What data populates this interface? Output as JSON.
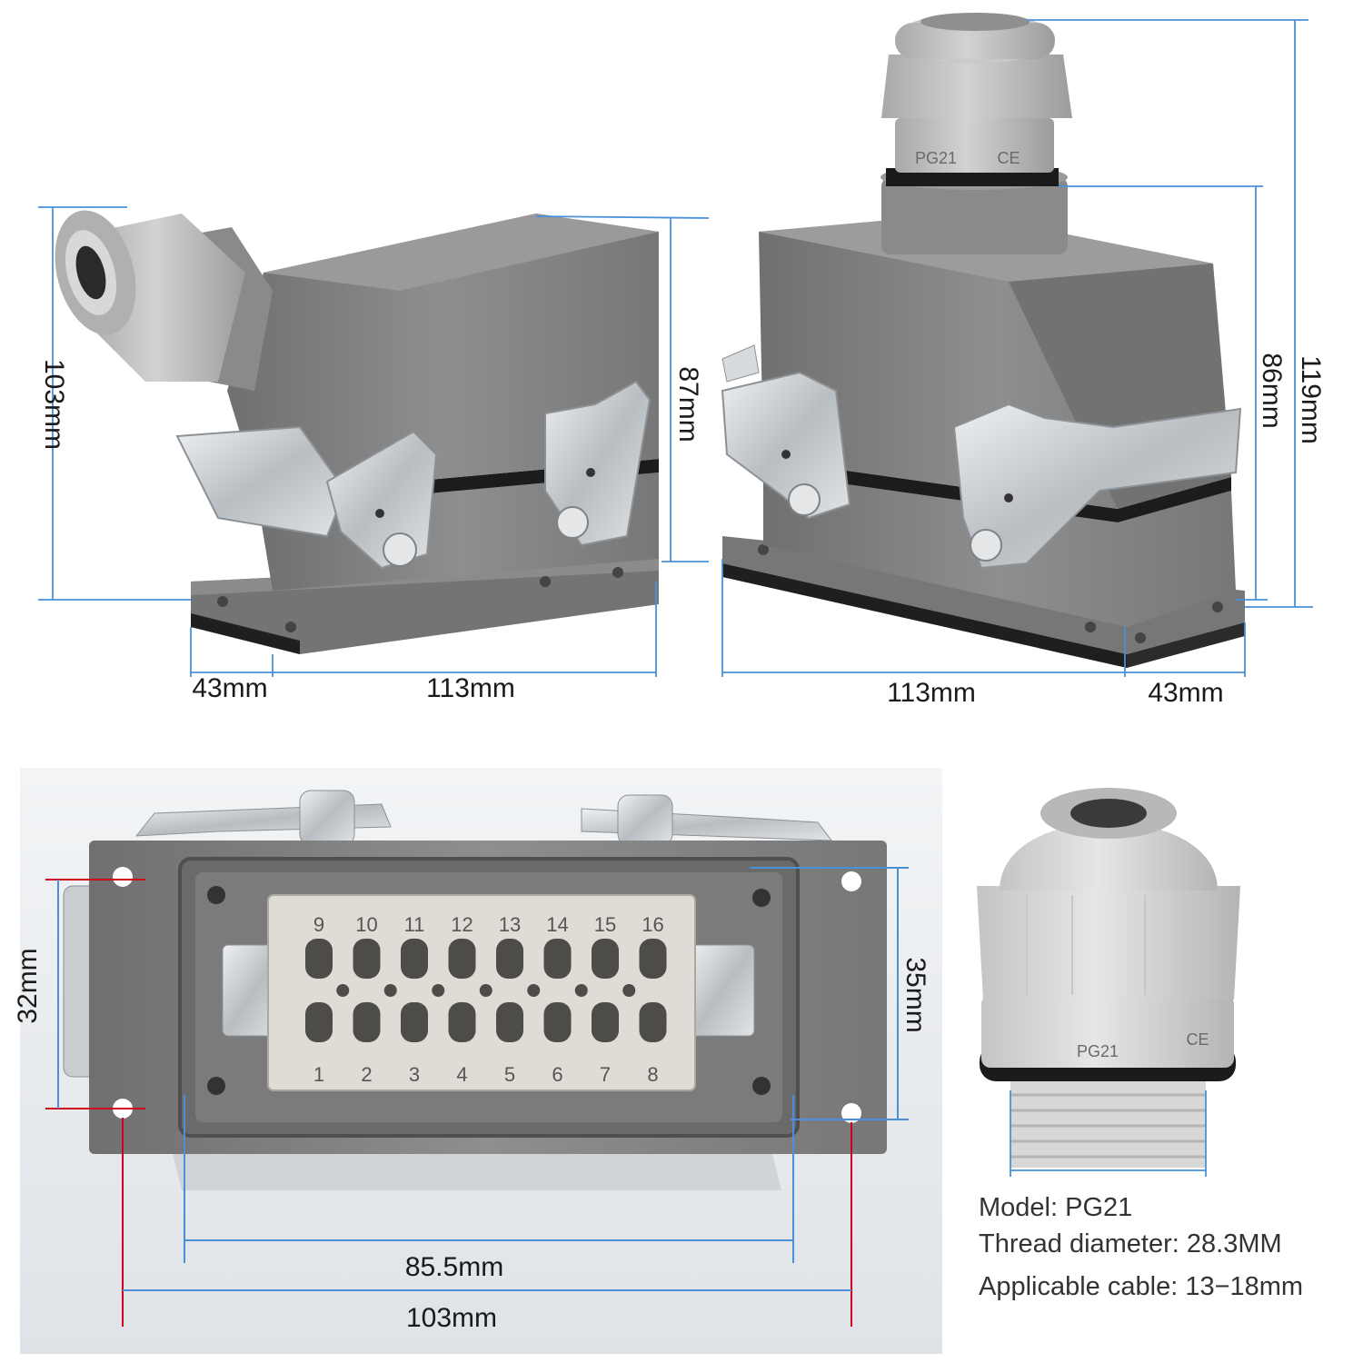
{
  "colors": {
    "housing": "#858585",
    "housing_dark": "#6d6d6d",
    "gland": "#bdbdbd",
    "metal": "#cfd3d6",
    "dim_blue": "#4a90d9",
    "dim_red": "#d0021b",
    "insert": "#dcdad3"
  },
  "top_left": {
    "height_label": "103mm",
    "side_height_label": "87mm",
    "depth_label": "43mm",
    "width_label": "113mm"
  },
  "top_right": {
    "total_height_label": "119mm",
    "body_height_label": "86mm",
    "width_label": "113mm",
    "depth_label": "43mm"
  },
  "gland_marking": {
    "size": "PG21",
    "mark": "CE"
  },
  "bottom_left": {
    "height_label": "32mm",
    "insert_height_label": "35mm",
    "inner_width_label": "85.5mm",
    "outer_width_label": "103mm",
    "pins_top": [
      "9",
      "10",
      "11",
      "12",
      "13",
      "14",
      "15",
      "16"
    ],
    "pins_bottom": [
      "1",
      "2",
      "3",
      "4",
      "5",
      "6",
      "7",
      "8"
    ]
  },
  "specs": {
    "model": "Model: PG21",
    "thread": "Thread diameter: 28.3MM",
    "cable": "Applicable cable: 13−18mm"
  }
}
